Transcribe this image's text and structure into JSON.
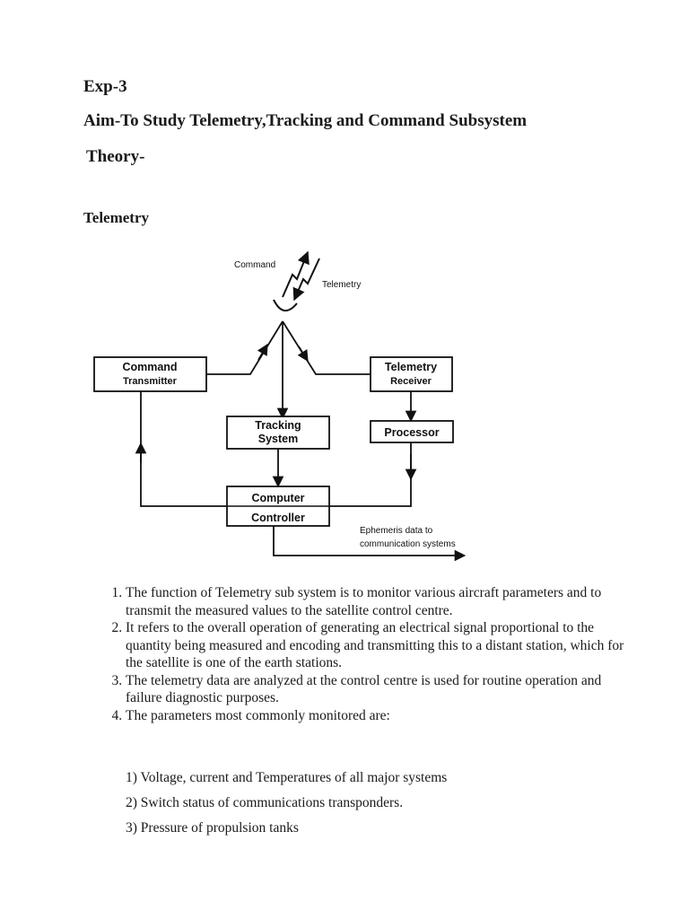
{
  "heading": {
    "exp": "Exp-3",
    "aim": "Aim-To Study Telemetry,Tracking and Command Subsystem",
    "theory": "Theory-"
  },
  "section_title": "Telemetry",
  "diagram": {
    "command_label": "Command",
    "telemetry_label": "Telemetry",
    "command_transmitter": [
      "Command",
      "Transmitter"
    ],
    "telemetry_receiver": [
      "Telemetry",
      "Receiver"
    ],
    "tracking_system": [
      "Tracking",
      "System"
    ],
    "processor": "Processor",
    "computer": "Computer",
    "controller": "Controller",
    "ephemeris": [
      "Ephemeris data to",
      "communication systems"
    ]
  },
  "points": [
    "The function of Telemetry sub system is to monitor various aircraft parameters and to transmit the measured values to the satellite control centre.",
    "It refers to the overall operation of generating an electrical signal proportional to the quantity being measured and encoding and transmitting this to a distant station, which for the satellite is one of the earth stations.",
    "The telemetry data are analyzed at the control centre is used for routine operation and failure diagnostic purposes.",
    "The parameters most commonly monitored are:"
  ],
  "sub_points": [
    "1) Voltage, current and Temperatures of all major systems",
    "2) Switch status of communications transponders.",
    "3) Pressure of propulsion tanks"
  ]
}
